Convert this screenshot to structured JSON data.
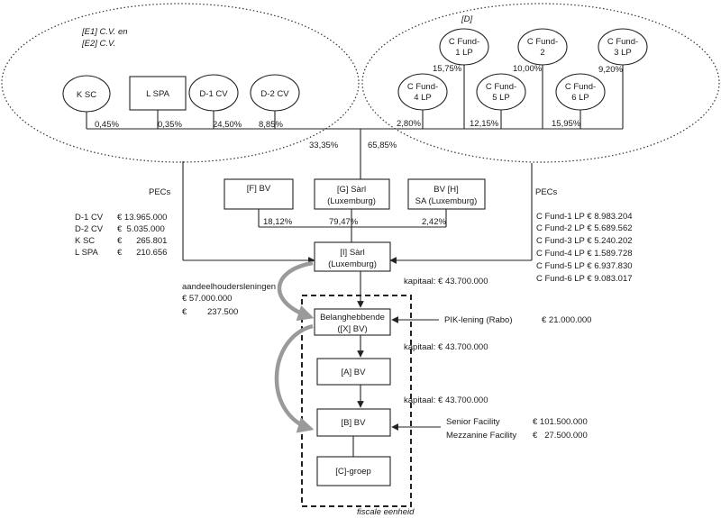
{
  "groups": {
    "left_label_1": "[E1] C.V. en",
    "left_label_2": "[E2] C.V.",
    "right_label": "[D]"
  },
  "left_entities": [
    {
      "name": "K SC",
      "pct": "0,45%"
    },
    {
      "name": "L SPA",
      "pct": "0,35%"
    },
    {
      "name": "D-1 CV",
      "pct": "24,50%"
    },
    {
      "name": "D-2 CV",
      "pct": "8,85%"
    }
  ],
  "funds": [
    {
      "line1": "C Fund-",
      "line2": "1 LP",
      "pct": "15,75%"
    },
    {
      "line1": "C Fund-",
      "line2": "2",
      "pct": "10,00%"
    },
    {
      "line1": "C Fund-",
      "line2": "3 LP",
      "pct": "9,20%"
    },
    {
      "line1": "C Fund-",
      "line2": "4 LP",
      "pct": "2,80%"
    },
    {
      "line1": "C Fund-",
      "line2": "5 LP",
      "pct": "12,15%"
    },
    {
      "line1": "C Fund-",
      "line2": "6 LP",
      "pct": "15,95%"
    }
  ],
  "totals": {
    "left": "33,35%",
    "right": "65,85%"
  },
  "pecs_left": {
    "title": "PECs",
    "rows": [
      {
        "name": "D-1 CV",
        "amount": "€ 13.965.000"
      },
      {
        "name": "D-2 CV",
        "amount": "€  5.035.000"
      },
      {
        "name": "K SC",
        "amount": "€      265.801"
      },
      {
        "name": "L SPA",
        "amount": "€      210.656"
      }
    ]
  },
  "pecs_right": {
    "title": "PECs",
    "rows": [
      "C Fund-1 LP € 8.983.204",
      "C Fund-2 LP € 5.689.562",
      "C Fund-3 LP € 5.240.202",
      "C Fund-4 LP € 1.589.728",
      "C Fund-5 LP € 6.937.830",
      "C Fund-6 LP € 9.083.017"
    ]
  },
  "mid_boxes": {
    "f": {
      "line1": "[F] BV",
      "pct": "18,12%"
    },
    "g": {
      "line1": "[G] Sàrl",
      "line2": "(Luxemburg)",
      "pct": "79,47%"
    },
    "h": {
      "line1": "BV [H]",
      "line2": "SA (Luxemburg)",
      "pct": "2,42%"
    }
  },
  "chain": {
    "i": {
      "line1": "[I] Sàrl",
      "line2": "(Luxemburg)"
    },
    "x": {
      "line1": "Belanghebbende",
      "line2": "([X] BV)"
    },
    "a": {
      "line1": "[A] BV"
    },
    "b": {
      "line1": "[B] BV"
    },
    "c": {
      "line1": "[C]-groep"
    },
    "kapitaal_1": "kapitaal: € 43.700.000",
    "kapitaal_2": "kapitaal: € 43.700.000",
    "kapitaal_3": "kapitaal: € 43.700.000"
  },
  "loans": {
    "title": "aandeelhoudersleningen",
    "line1": "€ 57.000.000",
    "line2_symbol": "€",
    "line2_amount": "237.500"
  },
  "pik": {
    "label": "PIK-lening (Rabo)",
    "amount": "€ 21.000.000"
  },
  "facilities": [
    {
      "label": "Senior Facility",
      "amount": "€ 101.500.000"
    },
    {
      "label": "Mezzanine Facility",
      "amount": "€   27.500.000"
    }
  ],
  "fiscal_unit": "fiscale eenheid",
  "colors": {
    "line": "#222222",
    "curved_arrow": "#9a9a9a",
    "background": "#ffffff"
  }
}
